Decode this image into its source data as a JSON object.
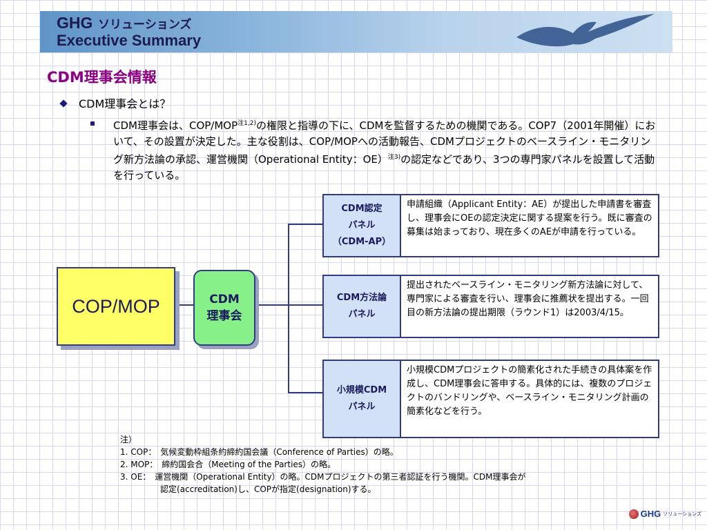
{
  "banner": {
    "line1_en": "GHG",
    "line1_jp": "ソリューションズ",
    "line2": "Executive Summary"
  },
  "heading": "CDM理事会情報",
  "bullet1": "CDM理事会とは？",
  "paragraph": {
    "part1": "CDM理事会は、COP/MOP",
    "sup1": "注1,2)",
    "part2": "の権限と指導の下に、CDMを監督するための機関である。COP7（2001年開催）において、その設置が決定した。主な役割は、COP/MOPへの活動報告、CDMプロジェクトのベースライン・モニタリング新方法論の承認、運営機関（Operational Entity：OE）",
    "sup2": "注3)",
    "part3": "の認定などであり、3つの専門家パネルを設置して活動を行っている。"
  },
  "diagram": {
    "copmop": "COP/MOP",
    "cdm_line1": "CDM",
    "cdm_line2": "理事会",
    "panels": [
      {
        "name_lines": [
          "CDM認定",
          "パネル",
          "（CDM-AP）"
        ],
        "desc": "申請組織（Applicant Entity：AE）が提出した申請書を審査し、理事会にOEの認定決定に関する提案を行う。既に審査の募集は始まっており、現在多くのAEが申請を行っている。"
      },
      {
        "name_lines": [
          "CDM方法論",
          "パネル"
        ],
        "desc": "提出されたベースライン・モニタリング新方法論に対して、専門家による審査を行い、理事会に推薦状を提出する。一回目の新方法論の提出期限（ラウンド1）は2003/4/15。"
      },
      {
        "name_lines": [
          "小規模CDM",
          "パネル"
        ],
        "desc": "小規模CDMプロジェクトの簡素化された手続きの具体案を作成し、CDM理事会に答申する。具体的には、複数のプロジェクトのバンドリングや、ベースライン・モニタリング計画の簡素化などを行う。"
      }
    ]
  },
  "notes": {
    "title": "注）",
    "n1": "1. COP：　気候変動枠組条約締約国会議（Conference of Parties）の略。",
    "n2": "2. MOP：　締約国会合（Meeting of the Parties）の略。",
    "n3": "3. OE：　運営機関（Operational Entity）の略。CDMプロジェクトの第三者認証を行う機関。CDM理事会が",
    "n3b": "認定(accreditation)し、COPが指定(designation)する。"
  },
  "footer": {
    "brand": "GHG",
    "sub": "ソリューションズ"
  }
}
